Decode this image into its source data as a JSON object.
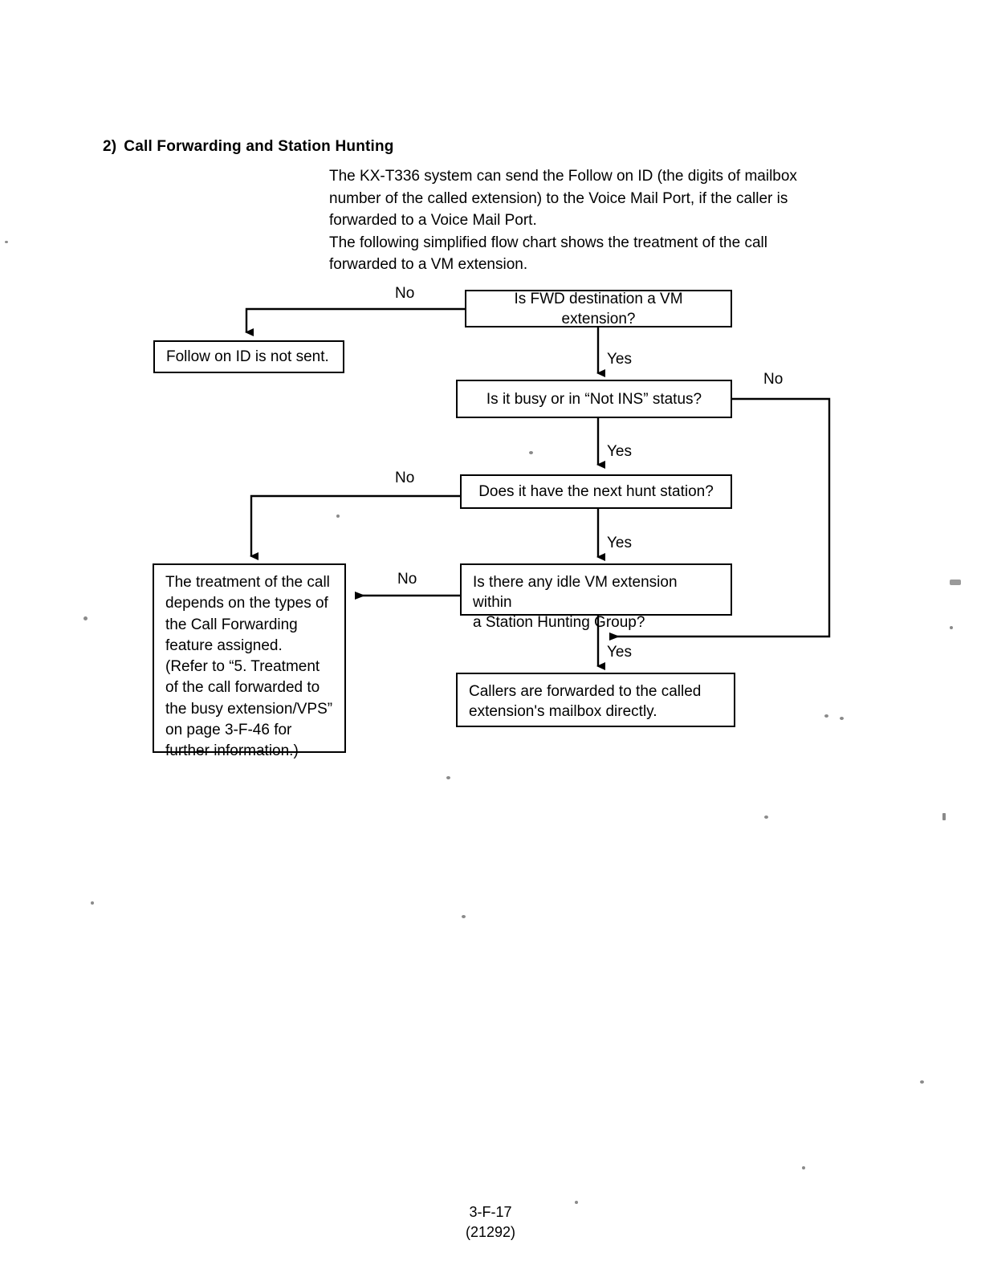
{
  "heading": {
    "number": "2)",
    "title": "Call Forwarding and Station Hunting"
  },
  "intro": {
    "paragraph1": "The KX-T336 system can send the Follow on ID (the digits of mailbox number of the called extension) to the Voice Mail Port, if the caller is forwarded to a Voice Mail Port.",
    "paragraph2": "The following simplified flow chart shows the treatment of the call forwarded to a VM extension."
  },
  "chart_data": {
    "type": "diagram",
    "title": "Simplified flow chart: treatment of the call forwarded to a VM extension",
    "nodes": [
      {
        "id": "q1",
        "kind": "decision",
        "text": "Is FWD destination a VM extension?"
      },
      {
        "id": "t1",
        "kind": "terminal",
        "text": "Follow on ID is not sent."
      },
      {
        "id": "q2",
        "kind": "decision",
        "text": "Is it busy or in “Not INS” status?"
      },
      {
        "id": "q3",
        "kind": "decision",
        "text": "Does it have the next hunt station?"
      },
      {
        "id": "q4",
        "kind": "decision",
        "text": "Is there any idle VM extension within a Station Hunting Group?"
      },
      {
        "id": "t2",
        "kind": "terminal",
        "text": "The treatment of the call depends on the types of the Call Forwarding feature assigned. (Refer to “5. Treatment of the call forwarded to the busy extension/VPS” on page 3-F-46 for further information.)"
      },
      {
        "id": "t3",
        "kind": "terminal",
        "text": "Callers are forwarded to the called extension's mailbox directly."
      }
    ],
    "edges": [
      {
        "from": "q1",
        "to": "t1",
        "label": "No"
      },
      {
        "from": "q1",
        "to": "q2",
        "label": "Yes"
      },
      {
        "from": "q2",
        "to": "merge",
        "label": "No"
      },
      {
        "from": "q2",
        "to": "q3",
        "label": "Yes"
      },
      {
        "from": "q3",
        "to": "t2",
        "label": "No"
      },
      {
        "from": "q3",
        "to": "q4",
        "label": "Yes"
      },
      {
        "from": "q4",
        "to": "t2",
        "label": "No"
      },
      {
        "from": "q4",
        "to": "t3",
        "label": "Yes"
      }
    ]
  },
  "labels": {
    "no_1": "No",
    "yes_1": "Yes",
    "no_2": "No",
    "yes_2": "Yes",
    "no_3": "No",
    "yes_3": "Yes",
    "no_4": "No",
    "yes_4": "Yes"
  },
  "boxes": {
    "q1": "Is FWD destination a VM extension?",
    "t1": "Follow on ID is not sent.",
    "q2": "Is it busy or in “Not INS” status?",
    "q3": "Does it have the next hunt station?",
    "q4_line1": "Is there any idle VM extension within",
    "q4_line2": "a Station Hunting Group?",
    "t2_line1": "The treatment of the call",
    "t2_line2": "depends on the types of",
    "t2_line3": "the Call Forwarding",
    "t2_line4": "feature assigned.",
    "t2_line5": "(Refer to “5. Treatment",
    "t2_line6": "of the call forwarded to",
    "t2_line7": "the busy extension/VPS”",
    "t2_line8": "on page 3-F-46 for",
    "t2_line9": "further information.)",
    "t3_line1": "Callers are forwarded to the called",
    "t3_line2": "extension's mailbox directly."
  },
  "footer": {
    "page": "3-F-17",
    "code": "(21292)"
  }
}
